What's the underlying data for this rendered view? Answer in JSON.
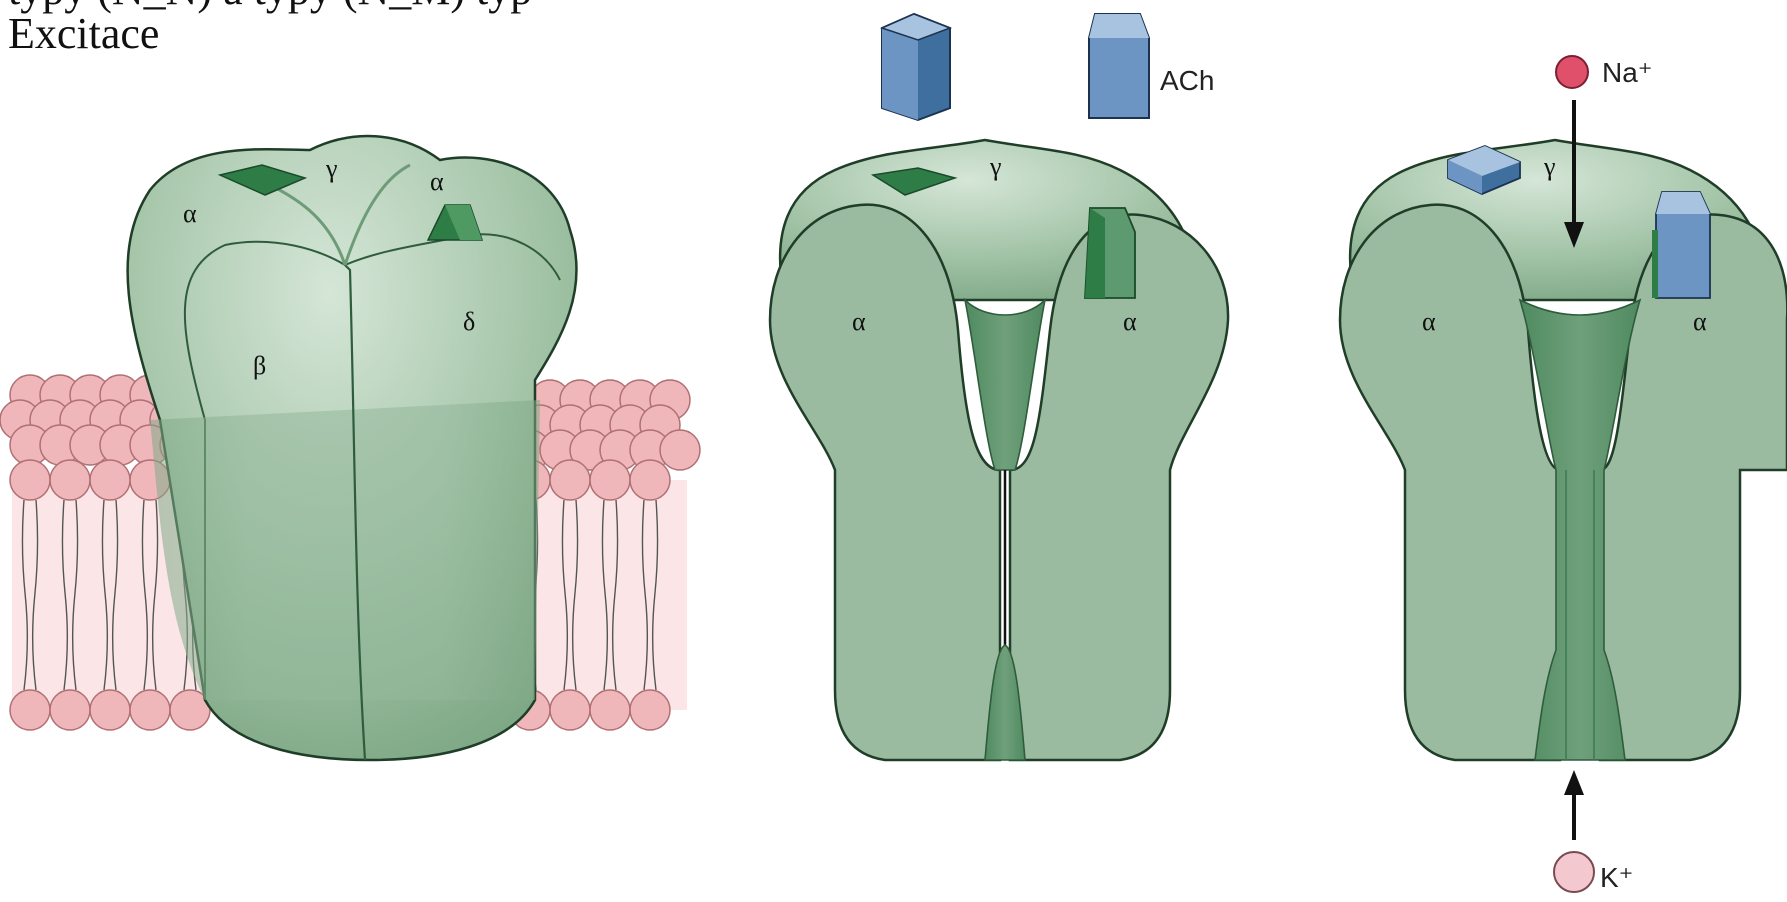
{
  "header": {
    "cut_line": "typy (N_N) a typy (N_M) typ",
    "title": "Excitace"
  },
  "colors": {
    "protein": "#9bbba0",
    "protein_light": "#c3d9c6",
    "protein_dark": "#5f9270",
    "site": "#2e7d47",
    "ach": "#6d95c3",
    "ach_dark": "#3f6f9f",
    "lipid_head": "#f0b7ba",
    "lipid_tail": "#fbe5e6",
    "na": "#e0506a",
    "k": "#f3c9cf"
  },
  "panel1": {
    "labels": {
      "alpha_left": "α",
      "gamma": "γ",
      "alpha_right": "α",
      "beta": "β",
      "delta": "δ"
    }
  },
  "panel2": {
    "labels": {
      "gamma": "γ",
      "alpha_left": "α",
      "alpha_right": "α"
    },
    "ligand_label": "ACh"
  },
  "panel3": {
    "labels": {
      "gamma": "γ",
      "alpha_left": "α",
      "alpha_right": "α"
    },
    "na_label": "Na⁺",
    "k_label": "K⁺"
  }
}
